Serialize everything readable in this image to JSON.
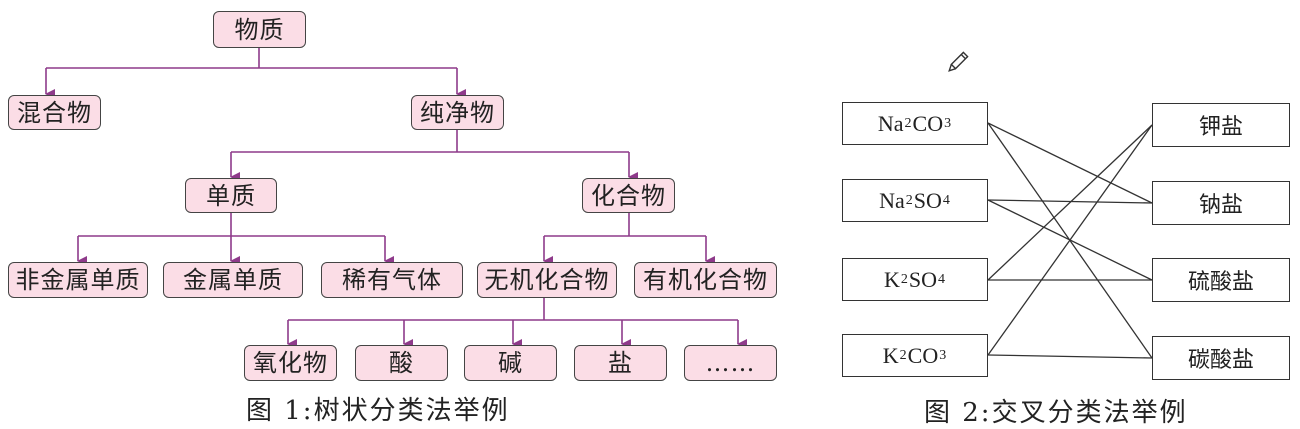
{
  "tree": {
    "root": "物质",
    "mixture": "混合物",
    "pure": "纯净物",
    "element": "单质",
    "compound": "化合物",
    "nonmetal": "非金属单质",
    "metal": "金属单质",
    "noble_gas": "稀有气体",
    "inorganic": "无机化合物",
    "organic": "有机化合物",
    "oxide": "氧化物",
    "acid": "酸",
    "base": "碱",
    "salt": "盐",
    "more": "……"
  },
  "caption1": "图 1:树状分类法举例",
  "cross": {
    "left": [
      {
        "pre": "Na",
        "s1": "2",
        "mid": "CO",
        "s2": "3"
      },
      {
        "pre": "Na",
        "s1": "2",
        "mid": "SO",
        "s2": "4"
      },
      {
        "pre": "K",
        "s1": "2",
        "mid": "SO",
        "s2": "4"
      },
      {
        "pre": "K",
        "s1": "2",
        "mid": "CO",
        "s2": "3"
      }
    ],
    "right": [
      "钾盐",
      "钠盐",
      "硫酸盐",
      "碳酸盐"
    ]
  },
  "caption2": "图 2:交叉分类法举例",
  "colors": {
    "tree_line": "#8e3a8a",
    "node_fill": "#fbdde6",
    "cross_line": "#333333"
  },
  "icons": [
    "pencil-icon"
  ]
}
